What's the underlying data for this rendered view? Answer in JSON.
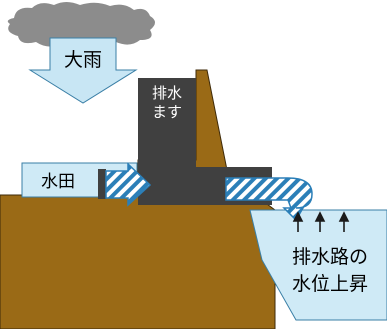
{
  "labels": {
    "heavy_rain": "大雨",
    "drain_box_line1": "排水",
    "drain_box_line2": "ます",
    "paddy": "水田",
    "canal_line1": "排水路の",
    "canal_line2": "水位上昇"
  },
  "colors": {
    "soil": "#9a6a16",
    "soil_outline": "#3e2a08",
    "water": "#cfeaf6",
    "water_outline": "#3a7fa6",
    "structure": "#404040",
    "cloud": "#8c8c8c",
    "cloud_arrow": "#c8e6f4",
    "hatch": "#2b7fb8"
  }
}
